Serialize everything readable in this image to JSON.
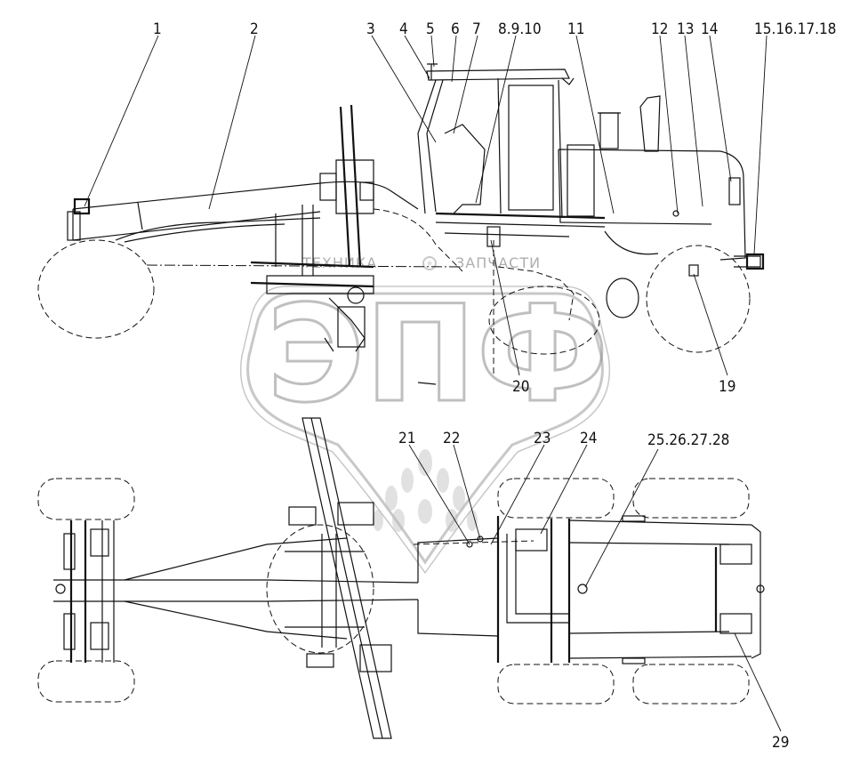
{
  "callouts": {
    "c1": "1",
    "c2": "2",
    "c3": "3",
    "c4": "4",
    "c5": "5",
    "c6": "6",
    "c7": "7",
    "c8": "8.9.10",
    "c11": "11",
    "c12": "12",
    "c13": "13",
    "c14": "14",
    "c15": "15.16.17.18",
    "c19": "19",
    "c20": "20",
    "c21": "21",
    "c22": "22",
    "c23": "23",
    "c24": "24",
    "c25": "25.26.27.28",
    "c29": "29"
  },
  "watermark": {
    "word_left": "ТЕХНИКА",
    "word_right": "ЗАПЧАСТИ",
    "logo_text": "ЭПФ"
  },
  "colors": {
    "line": "#111111",
    "watermark": "#9a9a9a"
  }
}
